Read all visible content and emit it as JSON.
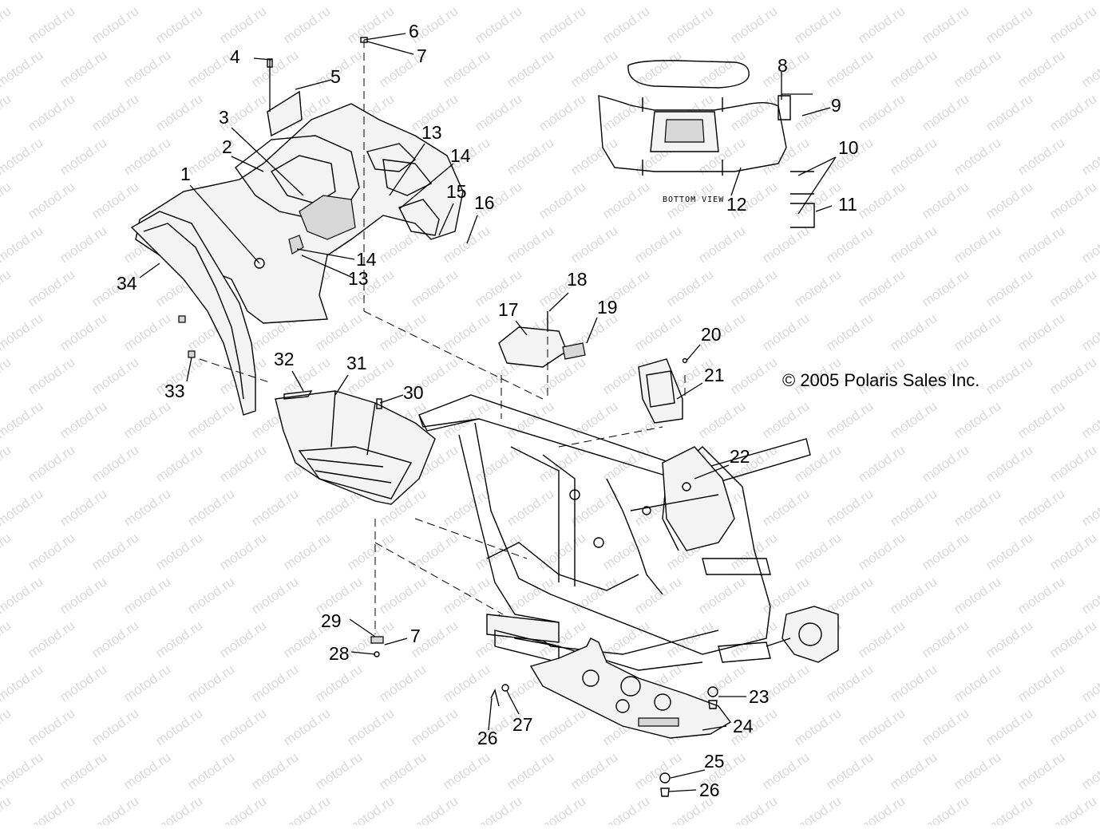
{
  "watermark": {
    "text": "motod.ru"
  },
  "copyright": "© 2005 Polaris Sales Inc.",
  "inset": {
    "view_label": "BOTTOM VIEW"
  },
  "callouts": [
    "1",
    "2",
    "3",
    "4",
    "5",
    "6",
    "7",
    "8",
    "9",
    "10",
    "11",
    "12",
    "13",
    "14",
    "13",
    "14",
    "15",
    "16",
    "17",
    "18",
    "19",
    "20",
    "21",
    "22",
    "23",
    "24",
    "25",
    "26",
    "26",
    "27",
    "28",
    "7",
    "29",
    "30",
    "31",
    "32",
    "33",
    "34"
  ]
}
